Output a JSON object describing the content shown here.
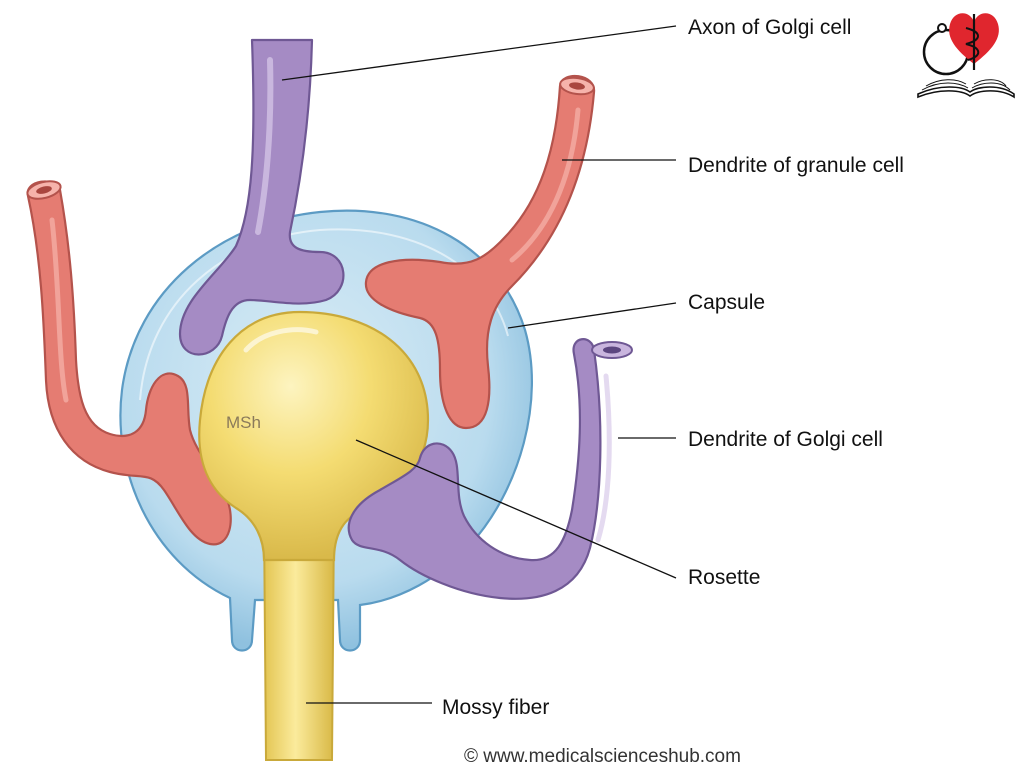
{
  "labels": {
    "axon_golgi": "Axon of Golgi cell",
    "dendrite_granule": "Dendrite of granule cell",
    "capsule": "Capsule",
    "dendrite_golgi": "Dendrite of Golgi cell",
    "rosette": "Rosette",
    "mossy_fiber": "Mossy fiber",
    "msh": "MSh"
  },
  "copyright": "© www.medicalscienceshub.com",
  "colors": {
    "capsule_fill": "#b7d9ec",
    "capsule_stroke": "#5c9bc4",
    "rosette_fill": "#f3d86a",
    "rosette_stroke": "#c9a93a",
    "golgi_fill": "#a58bc4",
    "golgi_stroke": "#6f5894",
    "granule_fill": "#e57c72",
    "granule_stroke": "#b4534c",
    "logo_heart": "#e0262e"
  },
  "logo": {
    "icon": "heart-caduceus-book-icon"
  }
}
